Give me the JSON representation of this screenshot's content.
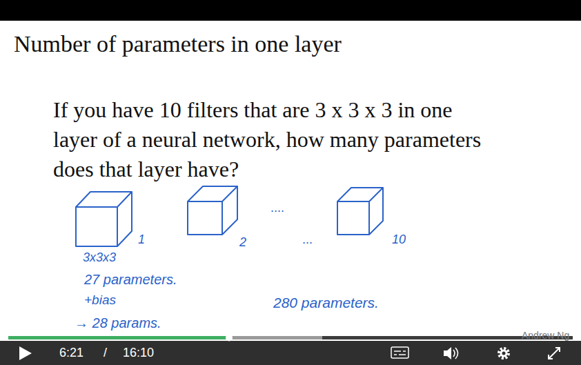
{
  "diagram": {
    "title": "Number of parameters in one layer",
    "labels": [
      "If you have 10 filters that are 3 x 3 x 3 in one layer of a neural network, how many parameters does that layer have?",
      "1",
      "2",
      "....",
      "...",
      "10",
      "3x3x3",
      "27 parameters.",
      "+bias",
      "→ 28 params.",
      "280 parameters.",
      "6:21",
      "/",
      "16:10",
      "Andrew Ng"
    ]
  }
}
